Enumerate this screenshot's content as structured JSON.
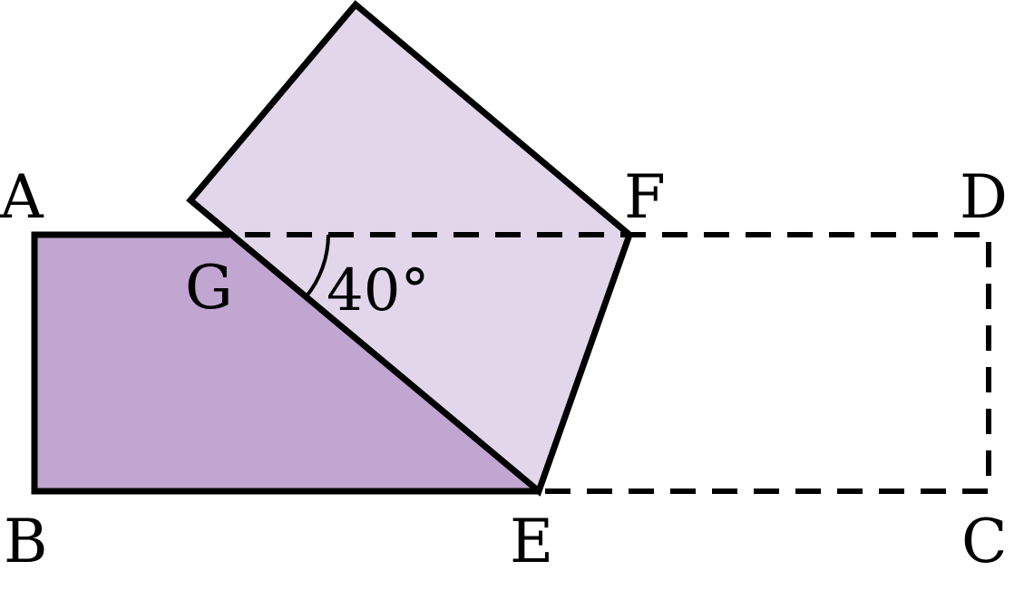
{
  "colors": {
    "dark_fill": "#c0a6d0",
    "light_fill": "#e2d6eb",
    "stroke": "#000000",
    "background": "#ffffff"
  },
  "labels": {
    "A": "A",
    "B": "B",
    "C": "C",
    "D": "D",
    "E": "E",
    "F": "F",
    "G": "G"
  },
  "angle": {
    "text": "40°"
  }
}
